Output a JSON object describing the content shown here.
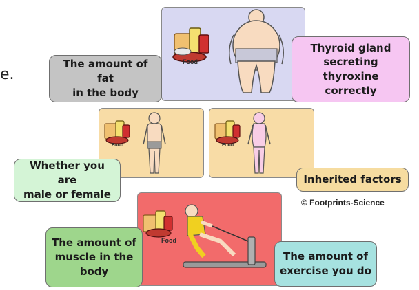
{
  "labels": {
    "fat": "The amount of fat\nin the body",
    "thyroid": "Thyroid gland\nsecreting thyroxine\ncorrectly",
    "gender": "Whether you are\nmale or female",
    "inherited": "Inherited factors",
    "muscle": "The amount of\nmuscle in the\nbody",
    "exercise": "The amount of\nexercise you do"
  },
  "food_label": "Food",
  "credit": "© Footprints-Science",
  "stray_text": "e.",
  "colors": {
    "fat_panel": "#d8d8f2",
    "gender_panels": "#f8dca6",
    "exercise_panel": "#f26b6b",
    "fat_label": "#c4c4c4",
    "thyroid_label": "#f6c6f2",
    "gender_label": "#d4f4d6",
    "inherited_label": "#f6dca0",
    "muscle_label": "#9ed68c",
    "exercise_label": "#a6e2e0"
  }
}
